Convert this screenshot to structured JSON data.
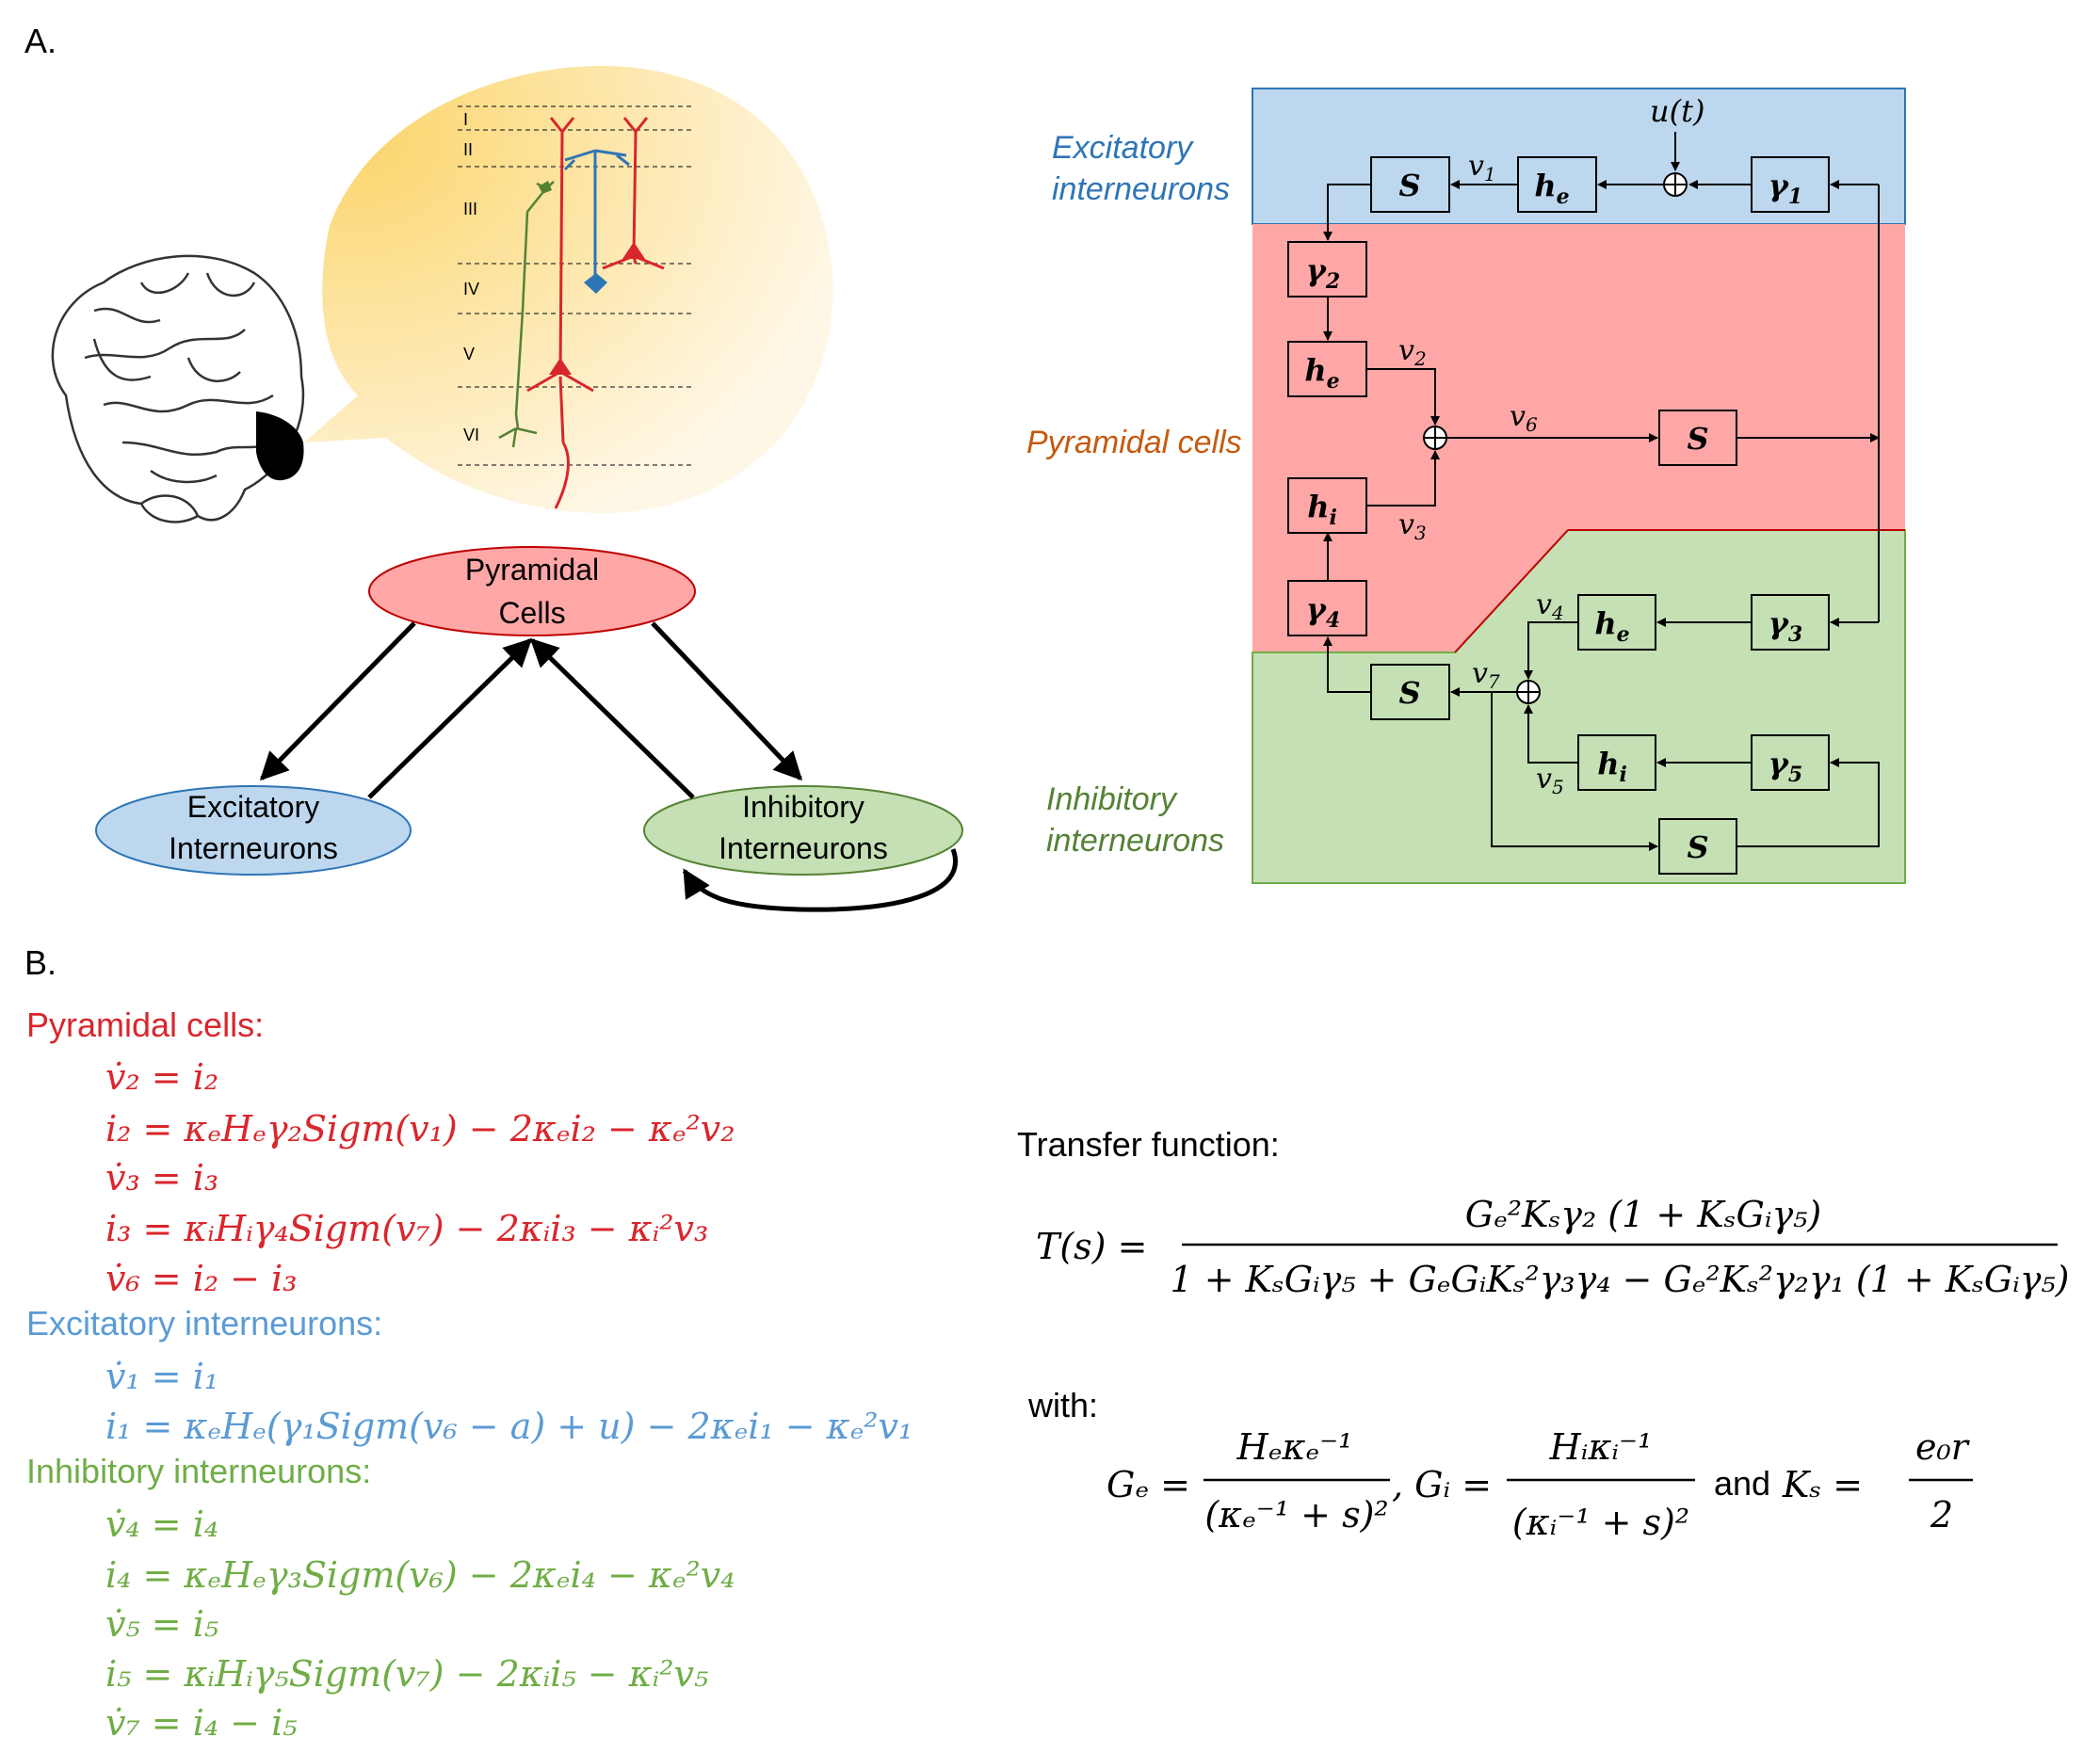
{
  "panelA_label": "A.",
  "panelB_label": "B.",
  "cortex_layers": [
    "I",
    "II",
    "III",
    "IV",
    "V",
    "VI"
  ],
  "network": {
    "pyramidal": [
      "Pyramidal",
      "Cells"
    ],
    "excitatory": [
      "Excitatory",
      "Interneurons"
    ],
    "inhibitory": [
      "Inhibitory",
      "Interneurons"
    ]
  },
  "block_diagram": {
    "regions": {
      "excitatory": [
        "Excitatory",
        "interneurons"
      ],
      "pyramidal": "Pyramidal cells",
      "inhibitory": [
        "Inhibitory",
        "interneurons"
      ]
    },
    "colors": {
      "excitatory_bg": "#BDD7EE",
      "excitatory_border": "#2E75B6",
      "pyramidal_bg": "#FFA7A7",
      "inhibitory_bg": "#C5E0B4",
      "inhibitory_border": "#70AD47"
    },
    "input": "u(t)",
    "blocks": {
      "S1": "S",
      "he1": "h",
      "he1_sub": "e",
      "g1": "γ",
      "g1_sub": "1",
      "g2": "γ",
      "g2_sub": "2",
      "he2": "h",
      "he2_sub": "e",
      "hi1": "h",
      "hi1_sub": "i",
      "g4": "γ",
      "g4_sub": "4",
      "S2": "S",
      "he3": "h",
      "he3_sub": "e",
      "g3": "γ",
      "g3_sub": "3",
      "S3": "S",
      "hi2": "h",
      "hi2_sub": "i",
      "g5": "γ",
      "g5_sub": "5",
      "S4": "S"
    },
    "signals": {
      "v1": "v",
      "v1_sub": "1",
      "v2": "v",
      "v2_sub": "2",
      "v3": "v",
      "v3_sub": "3",
      "v4": "v",
      "v4_sub": "4",
      "v5": "v",
      "v5_sub": "5",
      "v6": "v",
      "v6_sub": "6",
      "v7": "v",
      "v7_sub": "7"
    }
  },
  "equations": {
    "pyramidal_title": "Pyramidal cells:",
    "pyramidal": [
      "v̇₂ = i₂",
      "i₂ = κₑHₑγ₂Sigm(v₁) − 2κₑi₂ − κₑ²v₂",
      "v̇₃ = i₃",
      "i₃ = κᵢHᵢγ₄Sigm(v₇) − 2κᵢi₃ − κᵢ²v₃",
      "v̇₆ = i₂ − i₃"
    ],
    "excitatory_title": "Excitatory interneurons:",
    "excitatory": [
      "v̇₁ = i₁",
      "i₁ = κₑHₑ(γ₁Sigm(v₆ − a) + u) − 2κₑi₁ − κₑ²v₁"
    ],
    "inhibitory_title": "Inhibitory interneurons:",
    "inhibitory": [
      "v̇₄ = i₄",
      "i₄ = κₑHₑγ₃Sigm(v₆) − 2κₑi₄ − κₑ²v₄",
      "v̇₅ = i₅",
      "i₅ = κᵢHᵢγ₅Sigm(v₇) − 2κᵢi₅ − κᵢ²v₅",
      "v̇₇ = i₄ − i₅"
    ],
    "colors": {
      "pyramidal": "#D9262C",
      "excitatory": "#5B9BD5",
      "inhibitory": "#70AD47"
    }
  },
  "transfer": {
    "title": "Transfer function:",
    "lhs": "T(s) =",
    "numerator": "Gₑ²Kₛγ₂ (1 + KₛGᵢγ₅)",
    "denominator": "1 + KₛGᵢγ₅ + GₑGᵢKₛ²γ₃γ₄ − Gₑ²Kₛ²γ₂γ₁ (1 + KₛGᵢγ₅)",
    "with": "with:",
    "ge_lhs": "Gₑ =",
    "ge_num": "Hₑκₑ⁻¹",
    "ge_den": "(κₑ⁻¹ + s)²",
    "gi_lhs": ", Gᵢ =",
    "gi_num": "Hᵢκᵢ⁻¹",
    "gi_den": "(κᵢ⁻¹ + s)²",
    "and": "and",
    "ks_lhs": "Kₛ =",
    "ks_num": "e₀r",
    "ks_den": "2"
  }
}
